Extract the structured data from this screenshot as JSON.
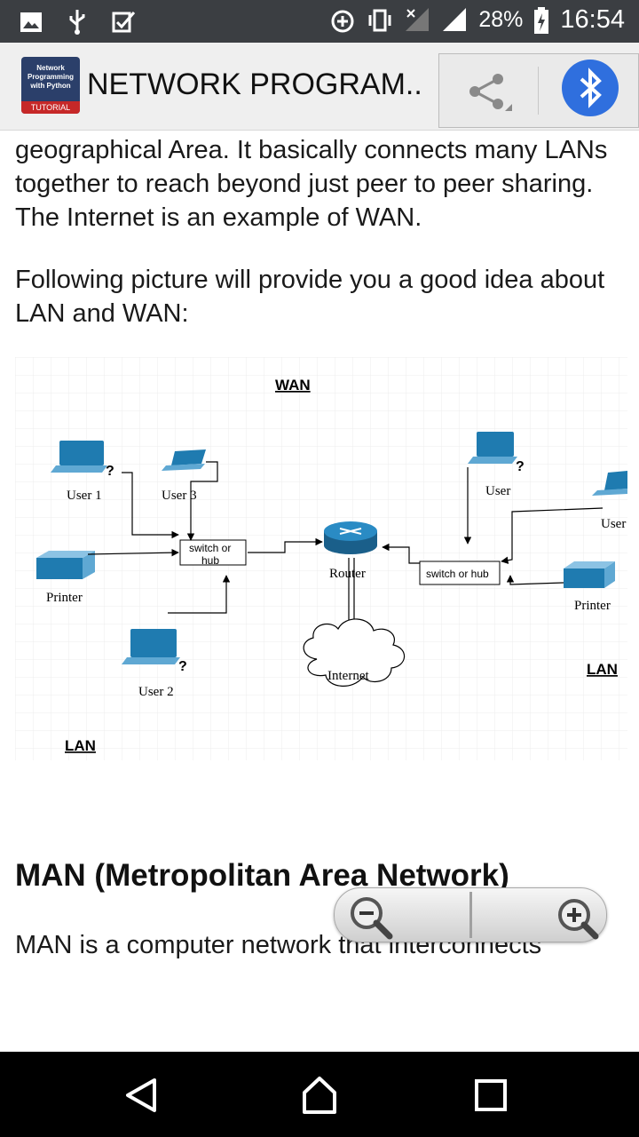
{
  "status_bar": {
    "icons_left": [
      "image-icon",
      "usb-icon",
      "tasks-icon"
    ],
    "icons_right": [
      "data-saver-icon",
      "vibrate-icon",
      "no-data-signal-icon",
      "signal-icon"
    ],
    "battery": "28%",
    "time": "16:54"
  },
  "app_bar": {
    "icon_text_top": "Network Programming with Python",
    "icon_text_bottom": "TUTORIAL",
    "title": "NETWORK PROGRAM..",
    "share_icon": "share-icon",
    "bluetooth_icon": "bluetooth-icon"
  },
  "content": {
    "paragraph_1": "geographical Area. It basically connects many LANs together to reach beyond just peer to peer sharing. The Internet is an example of WAN.",
    "paragraph_2": "Following picture will provide you a good idea about LAN and WAN:",
    "heading_man": "MAN (Metropolitan Area Network)",
    "paragraph_3": "MAN is a computer network that interconnects"
  },
  "diagram": {
    "wan_label": "WAN",
    "lan_left_label": "LAN",
    "lan_right_label": "LAN",
    "user1": "User 1",
    "user3": "User 3",
    "user2": "User 2",
    "printer_left": "Printer",
    "switch_left_line1": "switch or",
    "switch_left_line2": "hub",
    "router": "Router",
    "internet": "Internet",
    "switch_right": "switch or hub",
    "user_right_top": "User",
    "user_right_far": "User",
    "printer_right": "Printer",
    "device_color": "#1f7bb0"
  },
  "zoom_controls": {
    "zoom_out_icon": "zoom-out-icon",
    "zoom_in_icon": "zoom-in-icon"
  },
  "nav_bar": {
    "back_icon": "back-icon",
    "home_icon": "home-icon",
    "recents_icon": "recents-icon"
  }
}
